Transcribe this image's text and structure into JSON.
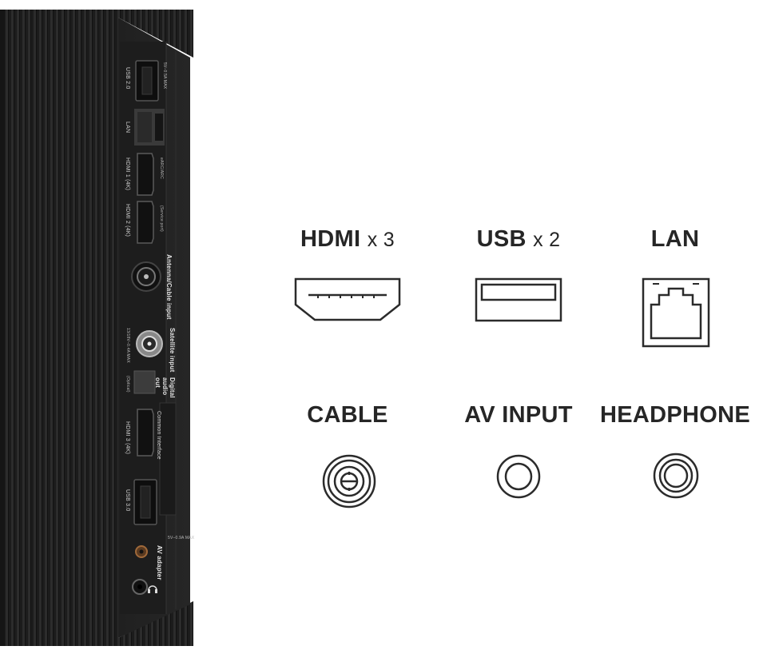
{
  "tv_panel": {
    "port_labels": {
      "usb2": "USB 2.0",
      "usb2_rating": "5V–0.5A MAX",
      "lan": "LAN",
      "hdmi1": "HDMI 1 (4K)",
      "hdmi1_note": "eARC/ARC",
      "hdmi2": "HDMI 2 (4K)",
      "hdmi2_note": "(Service port)",
      "antenna": "Antenna/Cable input",
      "satellite": "Satellite input",
      "satellite_rating": "13/18V–0.4A MAX",
      "digital_audio": "Digital audio out",
      "optical": "(Optical)",
      "hdmi3": "HDMI 3 (4K)",
      "common_interface": "Common Interface",
      "usb3": "USB 3.0",
      "usb3_rating": "5V–0.9A MAX",
      "av_adapter": "AV adapter"
    }
  },
  "connectors": [
    {
      "title": "HDMI",
      "multiplier": "x 3",
      "icon": "hdmi-port-icon"
    },
    {
      "title": "USB",
      "multiplier": "x 2",
      "icon": "usb-port-icon"
    },
    {
      "title": "LAN",
      "multiplier": "",
      "icon": "lan-port-icon"
    },
    {
      "title": "CABLE",
      "multiplier": "",
      "icon": "coax-port-icon"
    },
    {
      "title": "AV INPUT",
      "multiplier": "",
      "icon": "av-jack-icon"
    },
    {
      "title": "HEADPHONE",
      "multiplier": "",
      "icon": "headphone-jack-icon"
    }
  ],
  "colors": {
    "panel_dark": "#1b1b1b",
    "panel_mid": "#2a2a2a",
    "icon_stroke": "#2b2b2b",
    "title_text": "#262626"
  }
}
